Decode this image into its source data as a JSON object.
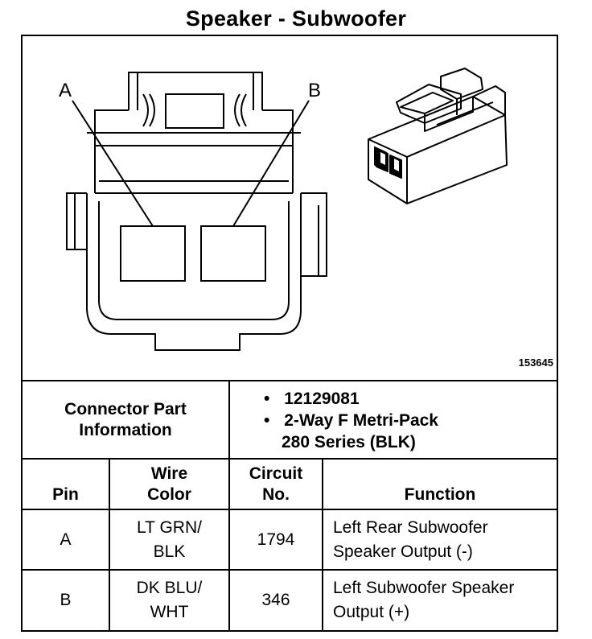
{
  "title": "Speaker - Subwoofer",
  "figure_number": "153645",
  "diagram": {
    "pin_label_a": "A",
    "pin_label_b": "B",
    "connector_face_icon": "connector-face-view",
    "connector_3d_icon": "connector-isometric-view"
  },
  "connector_info": {
    "heading_line1": "Connector Part",
    "heading_line2": "Information",
    "part_number": "12129081",
    "description_line1": "2-Way F Metri-Pack",
    "description_line2": "280 Series (BLK)",
    "bullet": "•"
  },
  "table": {
    "headers": {
      "pin": "Pin",
      "wire_color_line1": "Wire",
      "wire_color_line2": "Color",
      "circuit_line1": "Circuit",
      "circuit_line2": "No.",
      "function": "Function"
    },
    "rows": [
      {
        "pin": "A",
        "wire_color_line1": "LT GRN/",
        "wire_color_line2": "BLK",
        "circuit": "1794",
        "function_line1": "Left Rear Subwoofer",
        "function_line2": "Speaker Output (-)"
      },
      {
        "pin": "B",
        "wire_color_line1": "DK BLU/",
        "wire_color_line2": "WHT",
        "circuit": "346",
        "function_line1": "Left Subwoofer Speaker",
        "function_line2": "Output (+)"
      }
    ]
  }
}
